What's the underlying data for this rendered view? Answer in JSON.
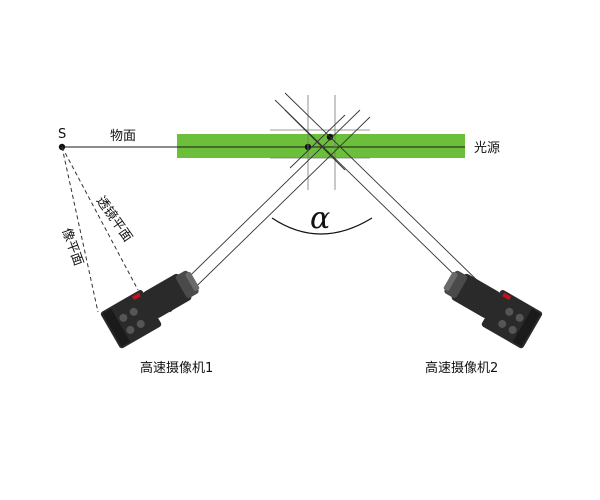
{
  "labels": {
    "point_s": "S",
    "object_plane": "物面",
    "light_source": "光源",
    "lens_plane": "透镜平面",
    "image_plane": "像平面",
    "angle_symbol": "α",
    "camera1": "高速摄像机1",
    "camera2": "高速摄像机2"
  },
  "colors": {
    "light_source_bar": "#6cbf3a",
    "line": "#1a1a1a",
    "camera_body": "#2a2a2a",
    "camera_accent": "#c1121f"
  }
}
